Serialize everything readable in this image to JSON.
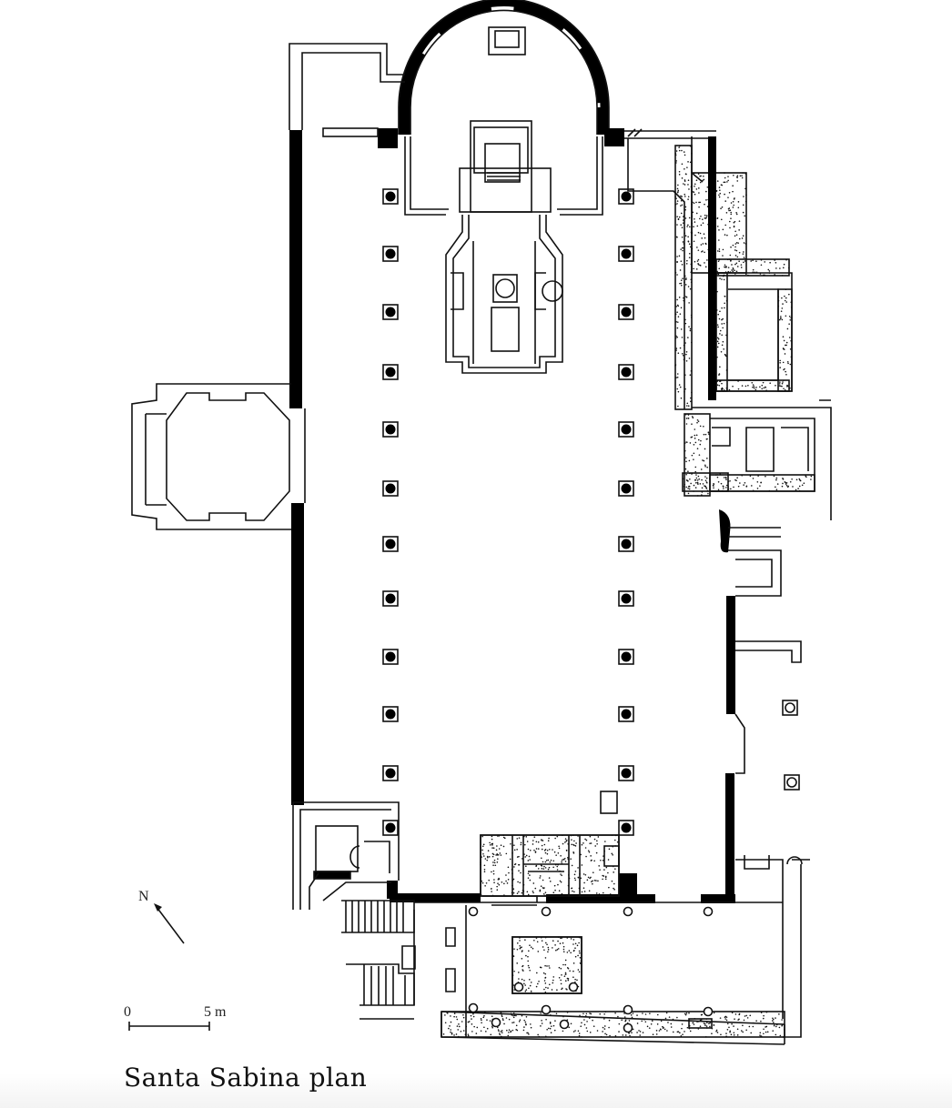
{
  "caption": "Santa Sabina plan",
  "north_arrow": {
    "label": "N"
  },
  "scale_bar": {
    "start_label": "0",
    "end_label": "5 m"
  },
  "colors": {
    "wall": "#000000",
    "line": "#111111",
    "background": "#ffffff"
  }
}
